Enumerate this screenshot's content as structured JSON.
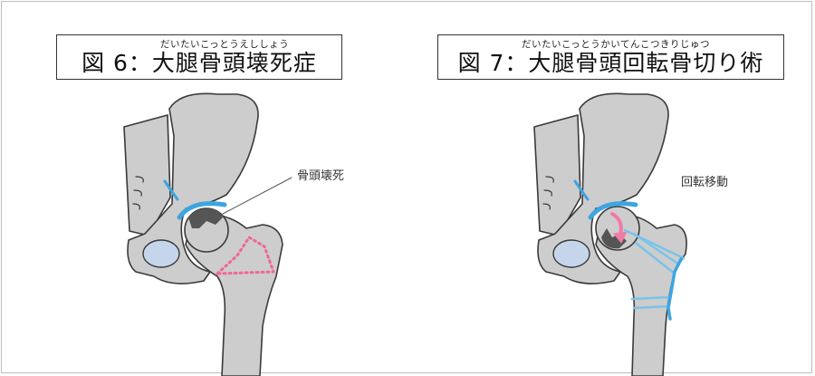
{
  "figure6": {
    "ruby": "だいたいこっとうえししょう",
    "title": "図 6：大腿骨頭壊死症",
    "callout": "骨頭壊死"
  },
  "figure7": {
    "ruby": "だいたいこっとうかいてんこつきりじゅつ",
    "title": "図 7：大腿骨頭回転骨切り術",
    "callout": "回転移動"
  },
  "colors": {
    "bone": "#cdcdcd",
    "outline": "#3a3a3a",
    "cartilage": "#3da5e0",
    "necrosis": "#555555",
    "cut_line": "#f0679a",
    "arrow": "#f07ba8",
    "screw": "#7ac3ea"
  }
}
